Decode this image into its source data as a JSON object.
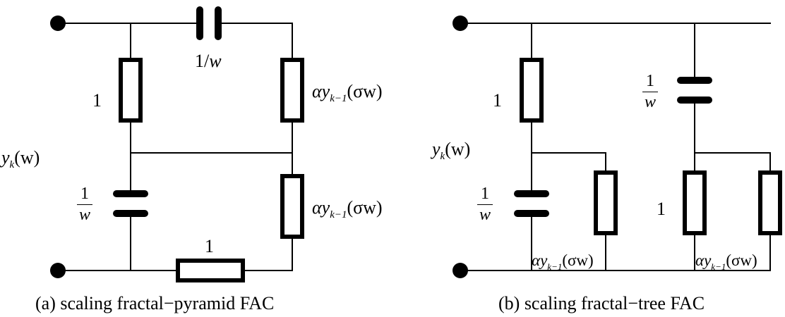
{
  "circuit_a": {
    "caption": "(a) scaling fractal−pyramid FAC",
    "port_label": {
      "var": "y",
      "sub": "k",
      "arg": "(w)"
    },
    "series_capacitor_label": {
      "num": "1/",
      "var": "w"
    },
    "left_resistor_label": "1",
    "shunt_capacitor_label": {
      "num": "1",
      "den": "w"
    },
    "bottom_resistor_label": "1",
    "right_element_label": {
      "alpha": "α",
      "var": "y",
      "sub": "k−1",
      "arg": "(σw)"
    }
  },
  "circuit_b": {
    "caption": "(b) scaling fractal−tree FAC",
    "port_label": {
      "var": "y",
      "sub": "k",
      "arg": "(w)"
    },
    "left_resistor_label": "1",
    "left_capacitor_label": {
      "num": "1",
      "den": "w"
    },
    "right_capacitor_label": {
      "num": "1",
      "den": "w"
    },
    "middle_resistor_label": "1",
    "branch_element_label": {
      "alpha": "α",
      "var": "y",
      "sub": "k−1",
      "arg": "(σw)"
    }
  }
}
